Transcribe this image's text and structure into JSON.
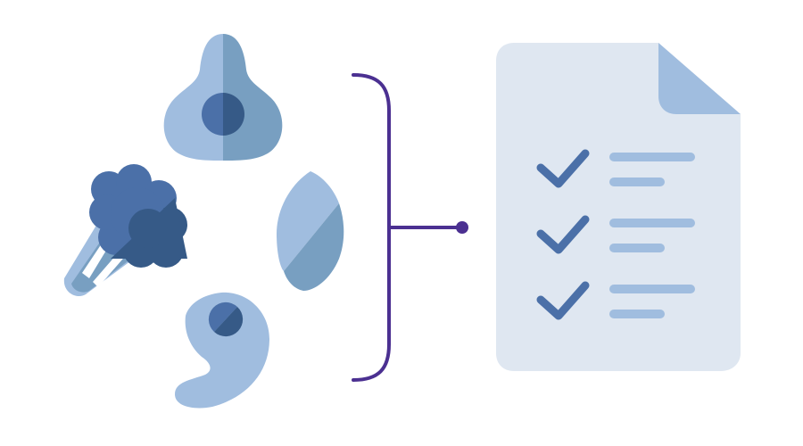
{
  "diagram": {
    "items": [
      {
        "id": "avocado",
        "icon": "avocado-icon"
      },
      {
        "id": "broccoli",
        "icon": "broccoli-icon"
      },
      {
        "id": "almond",
        "icon": "almond-icon"
      },
      {
        "id": "bean",
        "icon": "bean-icon"
      }
    ],
    "connector": {
      "type": "bracket-to-dot"
    },
    "document": {
      "icon": "checklist-document-icon",
      "rows": [
        {
          "checked": true,
          "lines": 2
        },
        {
          "checked": true,
          "lines": 2
        },
        {
          "checked": true,
          "lines": 2
        }
      ]
    }
  },
  "colors": {
    "light_blue": "#a0bddf",
    "mid_blue": "#789fc1",
    "dark_blue": "#4b70a8",
    "darker_blue": "#365a87",
    "paper": "#dfe7f1",
    "paper_fold": "#a0bddf",
    "bracket_purple": "#4b3091",
    "check_blue": "#4b70a8",
    "line_blue": "#a0bddf"
  }
}
